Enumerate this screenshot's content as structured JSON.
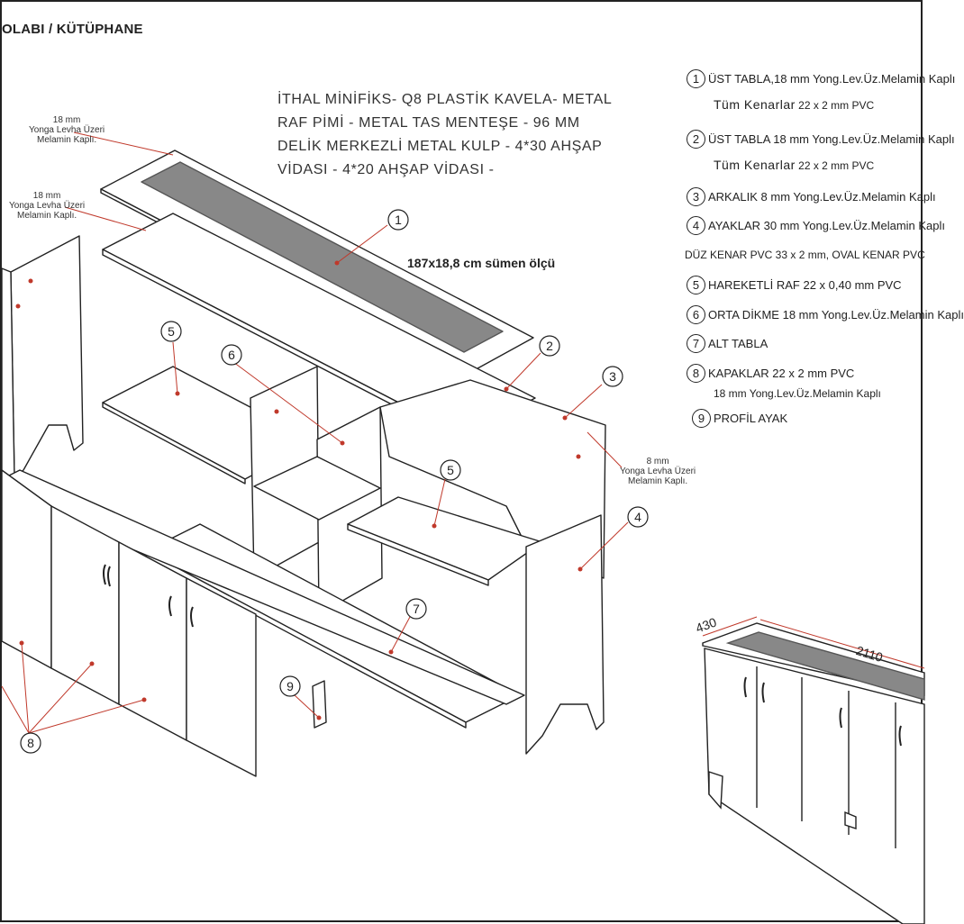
{
  "header": {
    "title": "OLABI / KÜTÜPHANE"
  },
  "material_notes": [
    {
      "lines": [
        "18 mm",
        "Yonga Levha Üzeri",
        "Melamin Kaplı."
      ]
    },
    {
      "lines": [
        "18 mm",
        "Yonga Levha Üzeri",
        "Melamin Kaplı."
      ]
    },
    {
      "lines": [
        "8 mm",
        "Yonga Levha Üzeri",
        "Melamin Kaplı."
      ]
    }
  ],
  "hardware": {
    "lines": [
      "İTHAL MİNİFİKS- Q8 PLASTİK KAVELA- METAL",
      "RAF PİMİ - METAL TAS MENTEŞE - 96 MM",
      "DELİK MERKEZLİ METAL KULP - 4*30 AHŞAP",
      "VİDASI - 4*20 AHŞAP VİDASI -"
    ]
  },
  "sumen_note": "187x18,8 cm sümen ölçü",
  "callouts": [
    "1",
    "2",
    "3",
    "4",
    "5",
    "6",
    "5",
    "7",
    "8",
    "9"
  ],
  "legend": {
    "items": [
      {
        "num": "1",
        "text": "ÜST TABLA,18 mm Yong.Lev.Üz.Melamin Kaplı"
      },
      {
        "num": "2",
        "text": "ÜST TABLA  18 mm Yong.Lev.Üz.Melamin Kaplı"
      },
      {
        "num": "3",
        "text": "ARKALIK  8 mm Yong.Lev.Üz.Melamin Kaplı"
      },
      {
        "num": "4",
        "text": "AYAKLAR 30 mm  Yong.Lev.Üz.Melamin Kaplı"
      },
      {
        "num": "5",
        "text": "HAREKETLİ RAF   22 x 0,40 mm PVC"
      },
      {
        "num": "6",
        "text": "ORTA DİKME 18 mm Yong.Lev.Üz.Melamin Kaplı"
      },
      {
        "num": "7",
        "text": "ALT TABLA"
      },
      {
        "num": "8",
        "text": "KAPAKLAR  22 x 2 mm PVC"
      },
      {
        "num": "9",
        "text": "PROFİL AYAK"
      }
    ],
    "sub1": {
      "main": "Tüm Kenarlar",
      "small": " 22 x 2 mm PVC"
    },
    "sub2": {
      "main": "Tüm Kenarlar",
      "small": " 22 x 2 mm PVC"
    },
    "duz_kenar": "DÜZ KENAR PVC 33 x 2 mm,  OVAL KENAR PVC",
    "kapak_sub": "18 mm Yong.Lev.Üz.Melamin Kaplı"
  },
  "dimensions": {
    "depth": "430",
    "width": "2110"
  }
}
